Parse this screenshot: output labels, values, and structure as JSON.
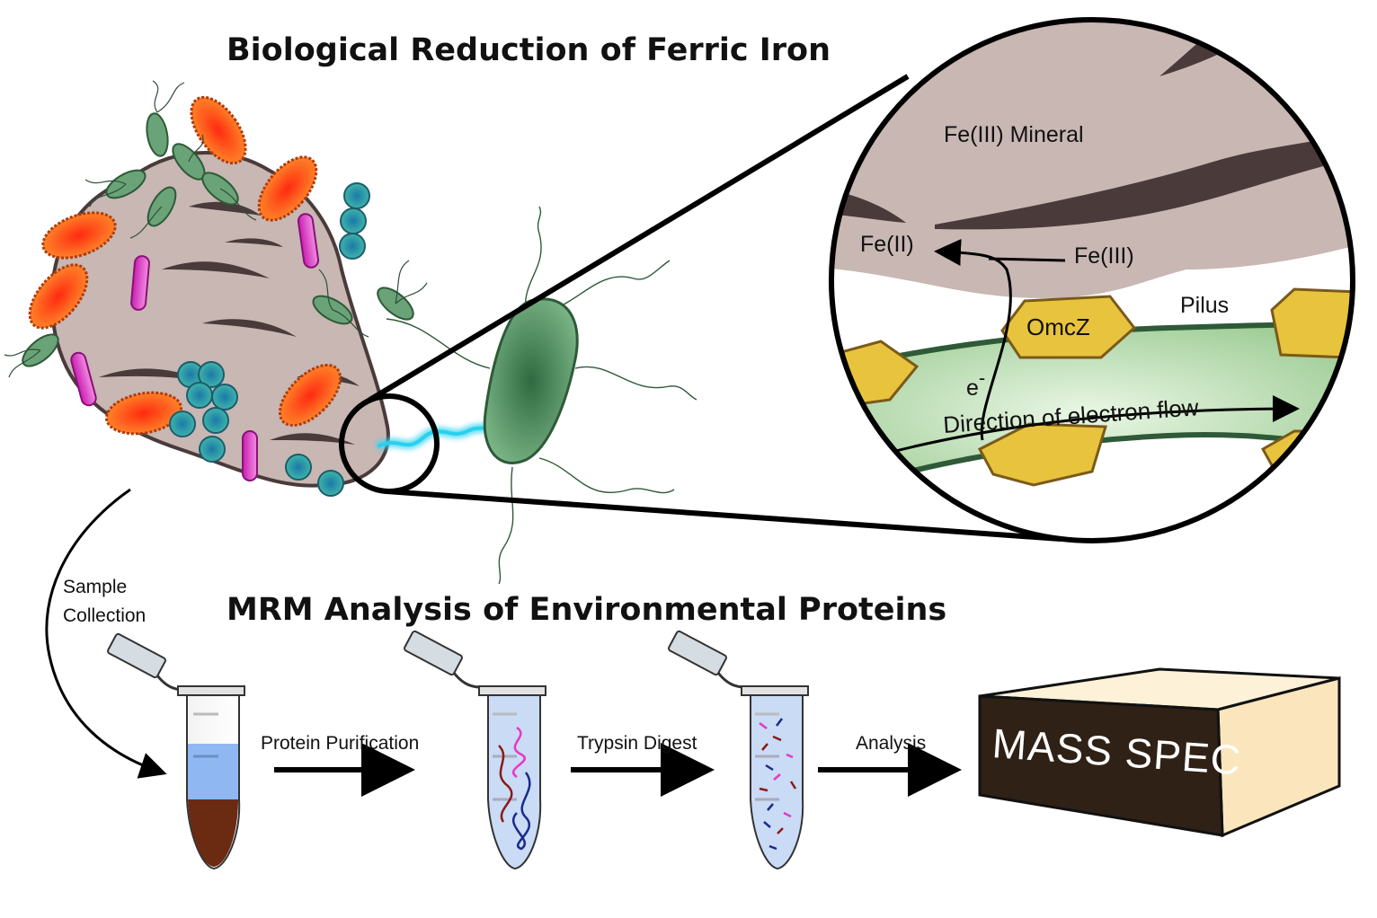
{
  "titles": {
    "top": "Biological Reduction of Ferric Iron",
    "bottom": "MRM Analysis of Environmental Proteins"
  },
  "inset": {
    "mineral": "Fe(III) Mineral",
    "fe2": "Fe(II)",
    "fe3": "Fe(III)",
    "pilus": "Pilus",
    "omcz": "OmcZ",
    "electron": "e",
    "electron_sup": "-",
    "flow": "Direction of electron flow"
  },
  "steps": {
    "sample_line1": "Sample",
    "sample_line2": "Collection",
    "purification": "Protein Purification",
    "digest": "Trypsin Digest",
    "analysis": "Analysis",
    "mass_spec": "MASS SPEC"
  },
  "colors": {
    "mineral": "#c8b7b3",
    "crack": "#4a3b3a",
    "bacteria_orange": "#f2481c",
    "bacteria_green": "#6aa377",
    "pilus_green": "#a9d4a2",
    "omcz_yellow": "#e8c33d",
    "nanowire": "#39d5f0",
    "tube_blue": "#8fb7f2",
    "tube_brown": "#6b2a12",
    "box_side": "#fbe5bd",
    "box_front": "#2f2116"
  }
}
